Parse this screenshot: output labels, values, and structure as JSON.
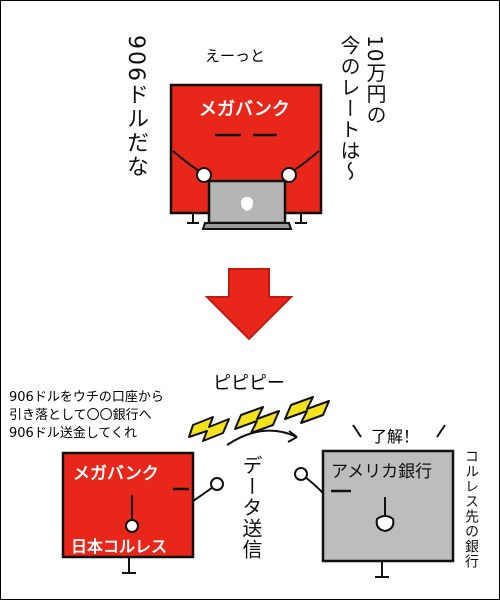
{
  "panel_top": {
    "speech_left": "906ドルだな",
    "mumble": "えーっと",
    "speech_right_line1": "10万円の",
    "speech_right_line2": "今のレートは～",
    "bank_sign": "メガバンク"
  },
  "panel_bottom": {
    "instruction_line1": "906ドルをウチの口座から",
    "instruction_line2": "引き落として〇〇銀行へ",
    "instruction_line3": "906ドル送金してくれ",
    "beep": "ピピピー",
    "transfer_label": "データ送信",
    "ack": "了解！",
    "sender_bank": "メガバンク",
    "sender_caption": "日本コルレス",
    "receiver_bank": "アメリカ銀行",
    "receiver_caption": "コルレス先の銀行"
  },
  "colors": {
    "bank_red": "#e8261a",
    "receiver_gray": "#bdbdbd",
    "arrow_red": "#e8261a",
    "zap_yellow": "#f2e21c"
  }
}
